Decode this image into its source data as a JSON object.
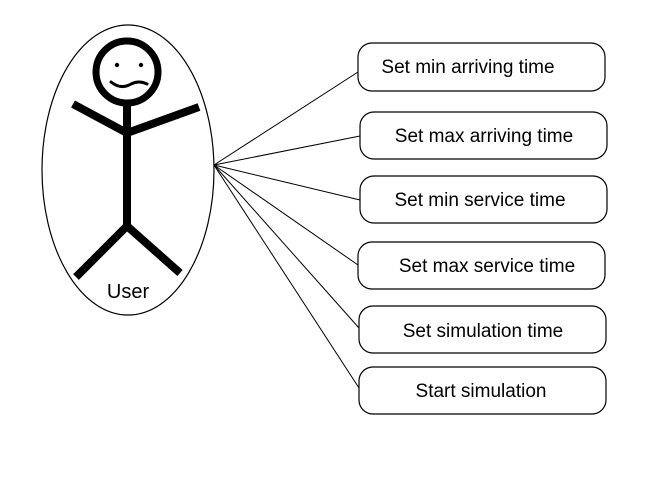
{
  "actor": {
    "label": "User",
    "icon": "stick-figure-icon"
  },
  "use_cases": [
    {
      "label": "Set min arriving time"
    },
    {
      "label": "Set max arriving time"
    },
    {
      "label": "Set min service time"
    },
    {
      "label": "Set max service time"
    },
    {
      "label": "Set simulation time"
    },
    {
      "label": "Start simulation"
    }
  ],
  "colors": {
    "line": "#000000",
    "background": "#ffffff"
  }
}
